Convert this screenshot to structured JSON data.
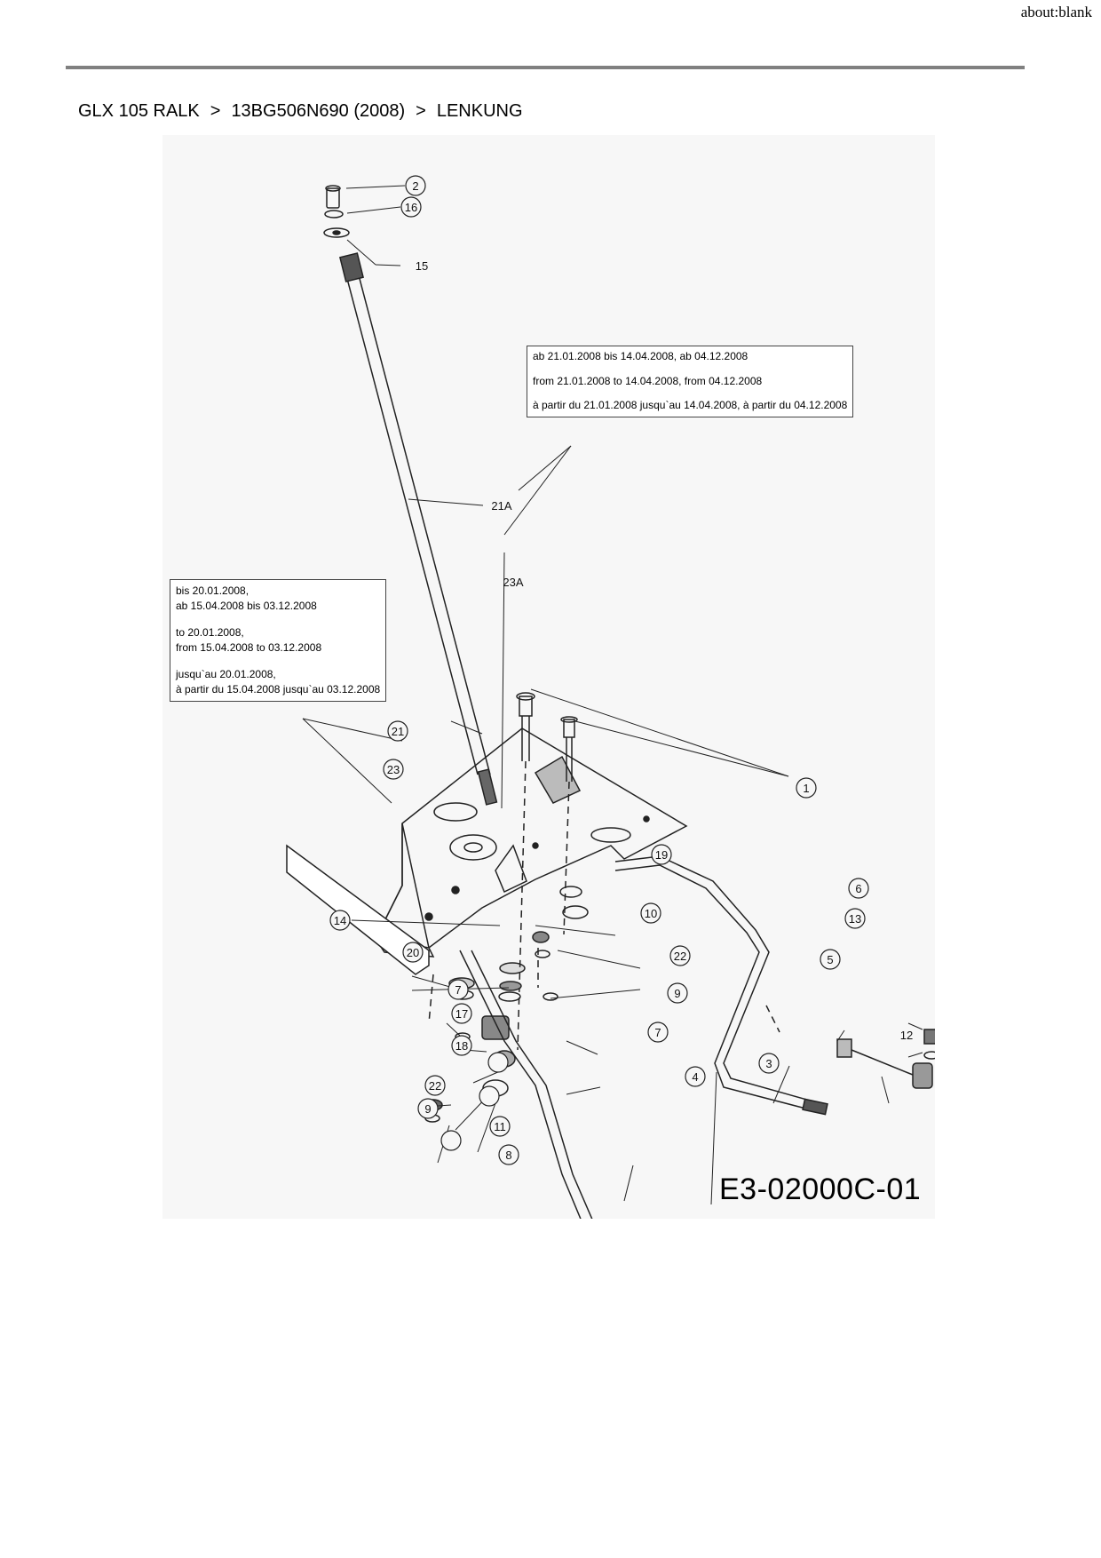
{
  "browser": {
    "url": "about:blank"
  },
  "breadcrumb": {
    "model": "GLX 105 RALK",
    "serial": "13BG506N690 (2008)",
    "section": "LENKUNG",
    "sep": ">"
  },
  "notes": {
    "upper": {
      "de": "ab 21.01.2008 bis 14.04.2008, ab 04.12.2008",
      "en": "from 21.01.2008 to 14.04.2008, from 04.12.2008",
      "fr": "à partir du 21.01.2008 jusqu`au 14.04.2008, à partir du 04.12.2008"
    },
    "lower": {
      "de1": "bis 20.01.2008,",
      "de2": "ab 15.04.2008 bis 03.12.2008",
      "en1": "to 20.01.2008,",
      "en2": "from 15.04.2008 to 03.12.2008",
      "fr1": "jusqu`au 20.01.2008,",
      "fr2": "à partir du 15.04.2008 jusqu`au 03.12.2008"
    }
  },
  "callouts": {
    "c1": "1",
    "c2": "2",
    "c3": "3",
    "c4": "4",
    "c5": "5",
    "c6": "6",
    "c7a": "7",
    "c7b": "7",
    "c8": "8",
    "c9a": "9",
    "c9b": "9",
    "c10": "10",
    "c11": "11",
    "c12": "12",
    "c13": "13",
    "c14": "14",
    "c15": "15",
    "c16": "16",
    "c17": "17",
    "c18": "18",
    "c19": "19",
    "c20": "20",
    "c21": "21",
    "c21a": "21A",
    "c22a": "22",
    "c22b": "22",
    "c23": "23",
    "c23a": "23A"
  },
  "drawing_number": "E3-02000C-01"
}
